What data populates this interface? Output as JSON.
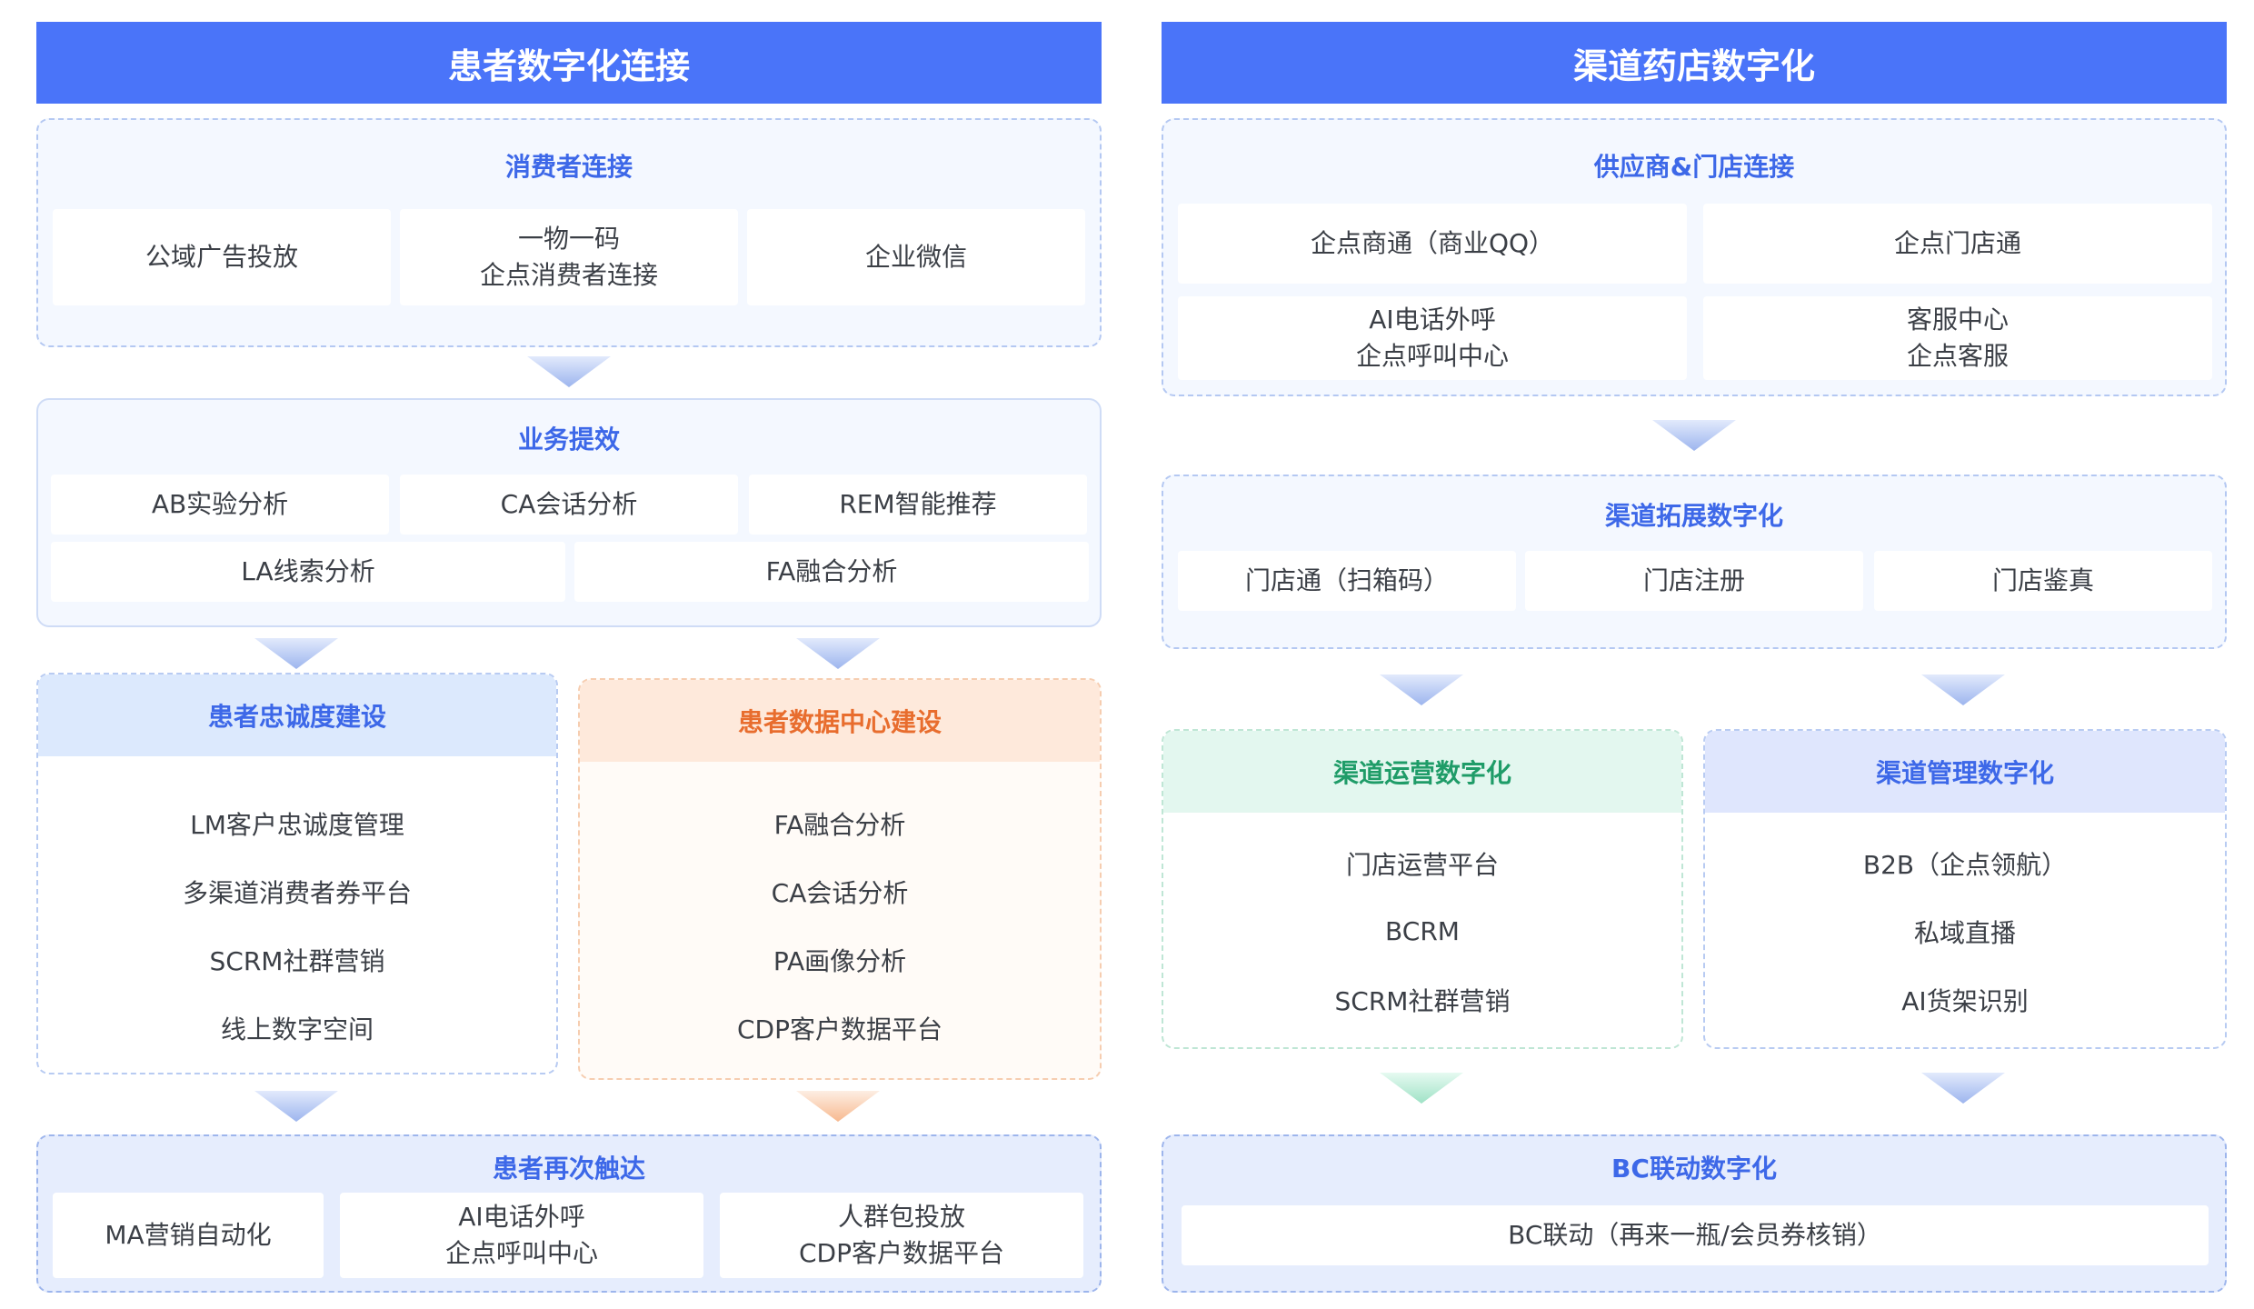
{
  "left": {
    "title": "患者数字化连接",
    "consumer": {
      "title": "消费者连接",
      "items": [
        "公域广告投放",
        "一物一码\n企点消费者连接",
        "企业微信"
      ]
    },
    "efficiency": {
      "title": "业务提效",
      "row1": [
        "AB实验分析",
        "CA会话分析",
        "REM智能推荐"
      ],
      "row2": [
        "LA线索分析",
        "FA融合分析"
      ]
    },
    "loyalty": {
      "title": "患者忠诚度建设",
      "items": [
        "LM客户忠诚度管理",
        "多渠道消费者券平台",
        "SCRM社群营销",
        "线上数字空间"
      ]
    },
    "datacenter": {
      "title": "患者数据中心建设",
      "items": [
        "FA融合分析",
        "CA会话分析",
        "PA画像分析",
        "CDP客户数据平台"
      ]
    },
    "retouch": {
      "title": "患者再次触达",
      "items": [
        "MA营销自动化",
        "AI电话外呼\n企点呼叫中心",
        "人群包投放\nCDP客户数据平台"
      ]
    }
  },
  "right": {
    "title": "渠道药店数字化",
    "supplier": {
      "title": "供应商&门店连接",
      "row1": [
        "企点商通（商业QQ）",
        "企点门店通"
      ],
      "row2": [
        "AI电话外呼\n企点呼叫中心",
        "客服中心\n企点客服"
      ]
    },
    "expansion": {
      "title": "渠道拓展数字化",
      "items": [
        "门店通（扫箱码）",
        "门店注册",
        "门店鉴真"
      ]
    },
    "operation": {
      "title": "渠道运营数字化",
      "items": [
        "门店运营平台",
        "BCRM",
        "SCRM社群营销"
      ]
    },
    "management": {
      "title": "渠道管理数字化",
      "items": [
        "B2B（企点领航）",
        "私域直播",
        "AI货架识别"
      ]
    },
    "bc": {
      "title": "BC联动数字化",
      "items": [
        "BC联动（再来一瓶/会员券核销）"
      ]
    }
  },
  "colors": {
    "header": "#4a74f9",
    "accent_blue": "#3d68e8",
    "accent_orange": "#e86d2e",
    "accent_green": "#1f9c68",
    "arrow_blue": "#b7c9f5",
    "arrow_orange": "#f8c9ab",
    "arrow_green": "#b9ecd8"
  }
}
